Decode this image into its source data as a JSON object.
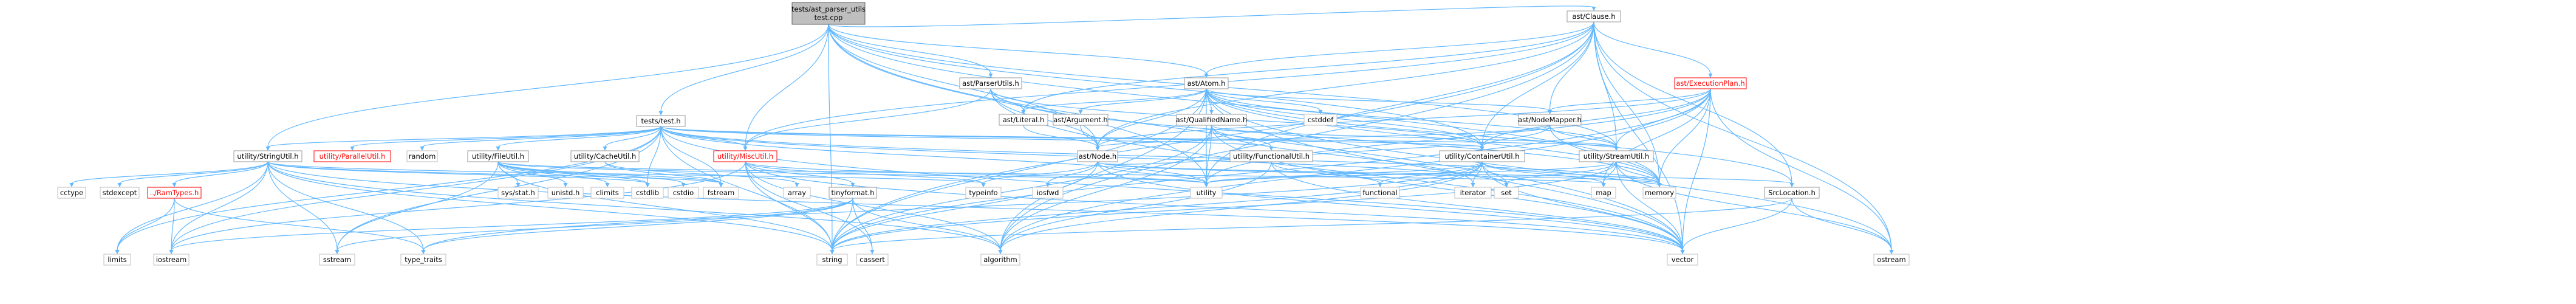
{
  "diagram": {
    "nodes": [
      {
        "id": "root",
        "label": "tests/ast_parser_utils\ntest.cpp",
        "kind": "root"
      },
      {
        "id": "clause",
        "label": "ast/Clause.h",
        "kind": "doc"
      },
      {
        "id": "atom",
        "label": "ast/Atom.h",
        "kind": "doc"
      },
      {
        "id": "execplan",
        "label": "ast/ExecutionPlan.h",
        "kind": "red"
      },
      {
        "id": "parserutils",
        "label": "ast/ParserUtils.h",
        "kind": "doc"
      },
      {
        "id": "tests_test",
        "label": "tests/test.h",
        "kind": "doc"
      },
      {
        "id": "literal",
        "label": "ast/Literal.h",
        "kind": "doc"
      },
      {
        "id": "argument",
        "label": "ast/Argument.h",
        "kind": "doc"
      },
      {
        "id": "qualname",
        "label": "ast/QualifiedName.h",
        "kind": "doc"
      },
      {
        "id": "nodemapper",
        "label": "ast/NodeMapper.h",
        "kind": "doc"
      },
      {
        "id": "cstddef",
        "label": "cstddef",
        "kind": "std"
      },
      {
        "id": "node",
        "label": "ast/Node.h",
        "kind": "doc"
      },
      {
        "id": "functionalutil",
        "label": "utility/FunctionalUtil.h",
        "kind": "doc"
      },
      {
        "id": "containerutil",
        "label": "utility/ContainerUtil.h",
        "kind": "doc"
      },
      {
        "id": "streamutil",
        "label": "utility/StreamUtil.h",
        "kind": "doc"
      },
      {
        "id": "stringutil",
        "label": "utility/StringUtil.h",
        "kind": "doc"
      },
      {
        "id": "parallelutil",
        "label": "utility/ParallelUtil.h",
        "kind": "red"
      },
      {
        "id": "random",
        "label": "random",
        "kind": "std"
      },
      {
        "id": "fileutil",
        "label": "utility/FileUtil.h",
        "kind": "doc"
      },
      {
        "id": "cacheutil",
        "label": "utility/CacheUtil.h",
        "kind": "doc"
      },
      {
        "id": "miscutil",
        "label": "utility/MiscUtil.h",
        "kind": "red"
      },
      {
        "id": "srclocation",
        "label": "SrcLocation.h",
        "kind": "doc"
      },
      {
        "id": "functional",
        "label": "functional",
        "kind": "std"
      },
      {
        "id": "iterator",
        "label": "iterator",
        "kind": "std"
      },
      {
        "id": "set",
        "label": "set",
        "kind": "std"
      },
      {
        "id": "map",
        "label": "map",
        "kind": "std"
      },
      {
        "id": "memory",
        "label": "memory",
        "kind": "std"
      },
      {
        "id": "utility",
        "label": "utility",
        "kind": "std"
      },
      {
        "id": "typeinfo",
        "label": "typeinfo",
        "kind": "std"
      },
      {
        "id": "iosfwd",
        "label": "iosfwd",
        "kind": "std"
      },
      {
        "id": "cctype",
        "label": "cctype",
        "kind": "std"
      },
      {
        "id": "stdexcept",
        "label": "stdexcept",
        "kind": "std"
      },
      {
        "id": "ramtypes",
        "label": "../RamTypes.h",
        "kind": "red"
      },
      {
        "id": "systat",
        "label": "sys/stat.h",
        "kind": "std"
      },
      {
        "id": "unistd",
        "label": "unistd.h",
        "kind": "std"
      },
      {
        "id": "climits",
        "label": "climits",
        "kind": "std"
      },
      {
        "id": "cstdlib",
        "label": "cstdlib",
        "kind": "std"
      },
      {
        "id": "cstdio",
        "label": "cstdio",
        "kind": "std"
      },
      {
        "id": "fstream",
        "label": "fstream",
        "kind": "std"
      },
      {
        "id": "array",
        "label": "array",
        "kind": "std"
      },
      {
        "id": "tinyformat",
        "label": "tinyformat.h",
        "kind": "doc"
      },
      {
        "id": "limits",
        "label": "limits",
        "kind": "std"
      },
      {
        "id": "iostream",
        "label": "iostream",
        "kind": "std"
      },
      {
        "id": "sstream",
        "label": "sstream",
        "kind": "std"
      },
      {
        "id": "type_traits",
        "label": "type_traits",
        "kind": "std"
      },
      {
        "id": "string",
        "label": "string",
        "kind": "std"
      },
      {
        "id": "cassert",
        "label": "cassert",
        "kind": "std"
      },
      {
        "id": "algorithm",
        "label": "algorithm",
        "kind": "std"
      },
      {
        "id": "vector",
        "label": "vector",
        "kind": "std"
      },
      {
        "id": "ostream",
        "label": "ostream",
        "kind": "std"
      }
    ],
    "edges": [
      [
        "root",
        "clause"
      ],
      [
        "root",
        "atom"
      ],
      [
        "root",
        "parserutils"
      ],
      [
        "root",
        "tests_test"
      ],
      [
        "root",
        "stringutil"
      ],
      [
        "root",
        "miscutil"
      ],
      [
        "root",
        "containerutil"
      ],
      [
        "root",
        "node"
      ],
      [
        "root",
        "memory"
      ],
      [
        "root",
        "string"
      ],
      [
        "root",
        "vector"
      ],
      [
        "root",
        "utility"
      ],
      [
        "root",
        "streamutil"
      ],
      [
        "clause",
        "atom"
      ],
      [
        "clause",
        "execplan"
      ],
      [
        "clause",
        "literal"
      ],
      [
        "clause",
        "nodemapper"
      ],
      [
        "clause",
        "node"
      ],
      [
        "clause",
        "srclocation"
      ],
      [
        "clause",
        "containerutil"
      ],
      [
        "clause",
        "streamutil"
      ],
      [
        "clause",
        "miscutil"
      ],
      [
        "clause",
        "memory"
      ],
      [
        "clause",
        "string"
      ],
      [
        "clause",
        "vector"
      ],
      [
        "clause",
        "ostream"
      ],
      [
        "clause",
        "algorithm"
      ],
      [
        "clause",
        "utility"
      ],
      [
        "atom",
        "argument"
      ],
      [
        "atom",
        "literal"
      ],
      [
        "atom",
        "qualname"
      ],
      [
        "atom",
        "nodemapper"
      ],
      [
        "atom",
        "cstddef"
      ],
      [
        "atom",
        "node"
      ],
      [
        "atom",
        "containerutil"
      ],
      [
        "atom",
        "streamutil"
      ],
      [
        "atom",
        "memory"
      ],
      [
        "atom",
        "string"
      ],
      [
        "atom",
        "vector"
      ],
      [
        "atom",
        "algorithm"
      ],
      [
        "atom",
        "utility"
      ],
      [
        "atom",
        "ostream"
      ],
      [
        "atom",
        "srclocation"
      ],
      [
        "execplan",
        "node"
      ],
      [
        "execplan",
        "nodemapper"
      ],
      [
        "execplan",
        "containerutil"
      ],
      [
        "execplan",
        "streamutil"
      ],
      [
        "execplan",
        "map"
      ],
      [
        "execplan",
        "memory"
      ],
      [
        "execplan",
        "vector"
      ],
      [
        "execplan",
        "ostream"
      ],
      [
        "execplan",
        "utility"
      ],
      [
        "execplan",
        "algorithm"
      ],
      [
        "execplan",
        "string"
      ],
      [
        "parserutils",
        "literal"
      ],
      [
        "parserutils",
        "node"
      ],
      [
        "parserutils",
        "miscutil"
      ],
      [
        "parserutils",
        "vector"
      ],
      [
        "parserutils",
        "memory"
      ],
      [
        "parserutils",
        "containerutil"
      ],
      [
        "literal",
        "node"
      ],
      [
        "argument",
        "node"
      ],
      [
        "qualname",
        "functionalutil"
      ],
      [
        "qualname",
        "streamutil"
      ],
      [
        "qualname",
        "algorithm"
      ],
      [
        "qualname",
        "iterator"
      ],
      [
        "qualname",
        "string"
      ],
      [
        "qualname",
        "utility"
      ],
      [
        "qualname",
        "vector"
      ],
      [
        "nodemapper",
        "node"
      ],
      [
        "nodemapper",
        "memory"
      ],
      [
        "nodemapper",
        "streamutil"
      ],
      [
        "nodemapper",
        "containerutil"
      ],
      [
        "node",
        "srclocation"
      ],
      [
        "node",
        "containerutil"
      ],
      [
        "node",
        "typeinfo"
      ],
      [
        "node",
        "iosfwd"
      ],
      [
        "node",
        "vector"
      ],
      [
        "node",
        "memory"
      ],
      [
        "node",
        "utility"
      ],
      [
        "node",
        "string"
      ],
      [
        "functionalutil",
        "functional"
      ],
      [
        "functionalutil",
        "algorithm"
      ],
      [
        "functionalutil",
        "vector"
      ],
      [
        "containerutil",
        "functional"
      ],
      [
        "containerutil",
        "iterator"
      ],
      [
        "containerutil",
        "set"
      ],
      [
        "containerutil",
        "map"
      ],
      [
        "containerutil",
        "memory"
      ],
      [
        "containerutil",
        "utility"
      ],
      [
        "containerutil",
        "vector"
      ],
      [
        "containerutil",
        "algorithm"
      ],
      [
        "containerutil",
        "type_traits"
      ],
      [
        "containerutil",
        "string"
      ],
      [
        "streamutil",
        "set"
      ],
      [
        "streamutil",
        "map"
      ],
      [
        "streamutil",
        "memory"
      ],
      [
        "streamutil",
        "ostream"
      ],
      [
        "streamutil",
        "vector"
      ],
      [
        "streamutil",
        "string"
      ],
      [
        "streamutil",
        "utility"
      ],
      [
        "tests_test",
        "stringutil"
      ],
      [
        "tests_test",
        "parallelutil"
      ],
      [
        "tests_test",
        "random"
      ],
      [
        "tests_test",
        "fileutil"
      ],
      [
        "tests_test",
        "cacheutil"
      ],
      [
        "tests_test",
        "miscutil"
      ],
      [
        "tests_test",
        "containerutil"
      ],
      [
        "tests_test",
        "streamutil"
      ],
      [
        "tests_test",
        "functionalutil"
      ],
      [
        "tests_test",
        "iostream"
      ],
      [
        "tests_test",
        "sstream"
      ],
      [
        "tests_test",
        "string"
      ],
      [
        "tests_test",
        "vector"
      ],
      [
        "tests_test",
        "set"
      ],
      [
        "tests_test",
        "fstream"
      ],
      [
        "tests_test",
        "memory"
      ],
      [
        "tests_test",
        "utility"
      ],
      [
        "tests_test",
        "limits"
      ],
      [
        "tests_test",
        "cstdlib"
      ],
      [
        "stringutil",
        "cctype"
      ],
      [
        "stringutil",
        "stdexcept"
      ],
      [
        "stringutil",
        "ramtypes"
      ],
      [
        "stringutil",
        "limits"
      ],
      [
        "stringutil",
        "iostream"
      ],
      [
        "stringutil",
        "sstream"
      ],
      [
        "stringutil",
        "string"
      ],
      [
        "stringutil",
        "fstream"
      ],
      [
        "stringutil",
        "type_traits"
      ],
      [
        "stringutil",
        "typeinfo"
      ],
      [
        "stringutil",
        "vector"
      ],
      [
        "stringutil",
        "algorithm"
      ],
      [
        "stringutil",
        "cstdlib"
      ],
      [
        "ramtypes",
        "limits"
      ],
      [
        "ramtypes",
        "type_traits"
      ],
      [
        "ramtypes",
        "iostream"
      ],
      [
        "fileutil",
        "systat"
      ],
      [
        "fileutil",
        "unistd"
      ],
      [
        "fileutil",
        "climits"
      ],
      [
        "fileutil",
        "cstdlib"
      ],
      [
        "fileutil",
        "cstdio"
      ],
      [
        "fileutil",
        "fstream"
      ],
      [
        "fileutil",
        "sstream"
      ],
      [
        "fileutil",
        "string"
      ],
      [
        "fileutil",
        "utility"
      ],
      [
        "fileutil",
        "map"
      ],
      [
        "cacheutil",
        "array"
      ],
      [
        "cacheutil",
        "fstream"
      ],
      [
        "miscutil",
        "tinyformat"
      ],
      [
        "miscutil",
        "iostream"
      ],
      [
        "miscutil",
        "cassert"
      ],
      [
        "miscutil",
        "typeinfo"
      ],
      [
        "miscutil",
        "utility"
      ],
      [
        "miscutil",
        "string"
      ],
      [
        "miscutil",
        "algorithm"
      ],
      [
        "miscutil",
        "vector"
      ],
      [
        "tinyformat",
        "cassert"
      ],
      [
        "tinyformat",
        "iostream"
      ],
      [
        "tinyformat",
        "sstream"
      ],
      [
        "tinyformat",
        "string"
      ],
      [
        "tinyformat",
        "algorithm"
      ],
      [
        "tinyformat",
        "type_traits"
      ],
      [
        "srclocation",
        "ostream"
      ],
      [
        "srclocation",
        "vector"
      ],
      [
        "srclocation",
        "string"
      ]
    ]
  },
  "colors": {
    "root_fill": "#bfbfbf",
    "edge": "#63b8ff",
    "std_border": "#bfbfbf",
    "doc_border": "#999999",
    "red": "#ff0000"
  }
}
